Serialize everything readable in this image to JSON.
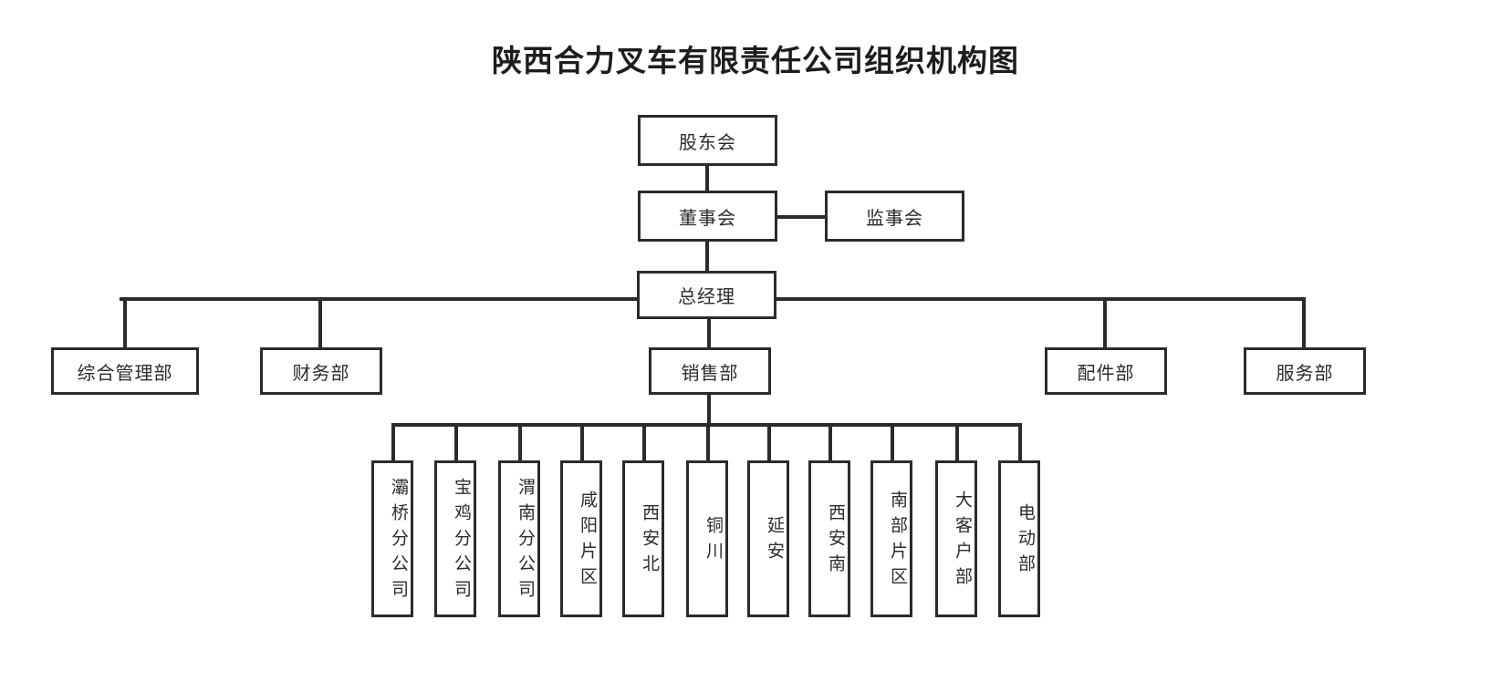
{
  "title": "陕西合力叉车有限责任公司组织机构图",
  "chart_data": {
    "type": "diagram",
    "subtype": "organization-chart",
    "title": "陕西合力叉车有限责任公司组织机构图",
    "orientation": "top-down",
    "nodes": [
      {
        "id": "shareholders",
        "label": "股东会",
        "level": 0
      },
      {
        "id": "board",
        "label": "董事会",
        "level": 1
      },
      {
        "id": "supervisors",
        "label": "监事会",
        "level": 1
      },
      {
        "id": "gm",
        "label": "总经理",
        "level": 2
      },
      {
        "id": "admin",
        "label": "综合管理部",
        "level": 3
      },
      {
        "id": "finance",
        "label": "财务部",
        "level": 3
      },
      {
        "id": "sales",
        "label": "销售部",
        "level": 3
      },
      {
        "id": "parts",
        "label": "配件部",
        "level": 3
      },
      {
        "id": "service",
        "label": "服务部",
        "level": 3
      },
      {
        "id": "baqiao",
        "label": "灞桥分公司",
        "level": 4
      },
      {
        "id": "baoji",
        "label": "宝鸡分公司",
        "level": 4
      },
      {
        "id": "weinan",
        "label": "渭南分公司",
        "level": 4
      },
      {
        "id": "xianyang",
        "label": "咸阳片区",
        "level": 4
      },
      {
        "id": "xianbei",
        "label": "西安北",
        "level": 4
      },
      {
        "id": "tongchuan",
        "label": "铜川",
        "level": 4
      },
      {
        "id": "yanan",
        "label": "延安",
        "level": 4
      },
      {
        "id": "xiannan",
        "label": "西安南",
        "level": 4
      },
      {
        "id": "nanbu",
        "label": "南部片区",
        "level": 4
      },
      {
        "id": "keyaccount",
        "label": "大客户部",
        "level": 4
      },
      {
        "id": "electric",
        "label": "电动部",
        "level": 4
      }
    ],
    "edges": [
      {
        "from": "shareholders",
        "to": "board"
      },
      {
        "from": "board",
        "to": "supervisors"
      },
      {
        "from": "board",
        "to": "gm"
      },
      {
        "from": "gm",
        "to": "admin"
      },
      {
        "from": "gm",
        "to": "finance"
      },
      {
        "from": "gm",
        "to": "sales"
      },
      {
        "from": "gm",
        "to": "parts"
      },
      {
        "from": "gm",
        "to": "service"
      },
      {
        "from": "sales",
        "to": "baqiao"
      },
      {
        "from": "sales",
        "to": "baoji"
      },
      {
        "from": "sales",
        "to": "weinan"
      },
      {
        "from": "sales",
        "to": "xianyang"
      },
      {
        "from": "sales",
        "to": "xianbei"
      },
      {
        "from": "sales",
        "to": "tongchuan"
      },
      {
        "from": "sales",
        "to": "yanan"
      },
      {
        "from": "sales",
        "to": "xiannan"
      },
      {
        "from": "sales",
        "to": "nanbu"
      },
      {
        "from": "sales",
        "to": "keyaccount"
      },
      {
        "from": "sales",
        "to": "electric"
      }
    ],
    "colors": {
      "background": "#ffffff",
      "box_border": "#2b2b2b",
      "box_fill": "#ffffff",
      "text": "#2b2b2b",
      "title": "#1d1d1d",
      "connector": "#2b2b2b"
    }
  },
  "boxes": {
    "shareholders": "股东会",
    "board": "董事会",
    "supervisors": "监事会",
    "gm": "总经理",
    "admin": "综合管理部",
    "finance": "财务部",
    "sales": "销售部",
    "parts": "配件部",
    "service": "服务部",
    "baqiao": "灞桥分公司",
    "baoji": "宝鸡分公司",
    "weinan": "渭南分公司",
    "xianyang": "咸阳片区",
    "xianbei": "西安北",
    "tongchuan": "铜川",
    "yanan": "延安",
    "xiannan": "西安南",
    "nanbu": "南部片区",
    "keyaccount": "大客户部",
    "electric": "电动部"
  }
}
